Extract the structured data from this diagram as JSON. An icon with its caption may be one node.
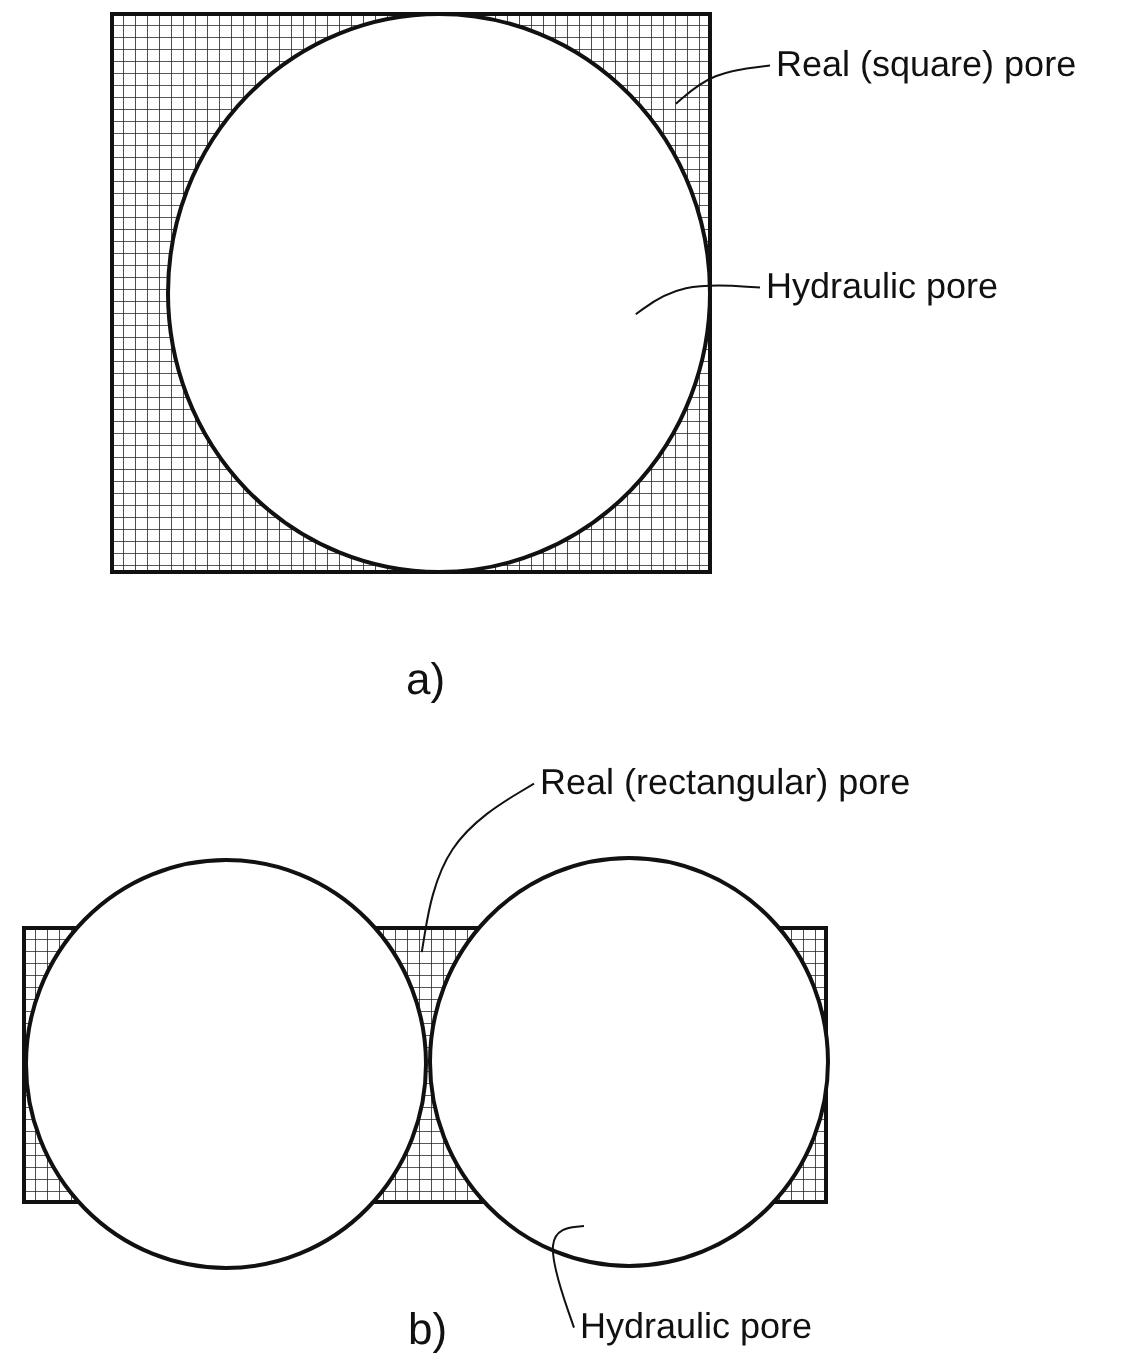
{
  "diagram": {
    "nodes": [
      {
        "text": [
          "Real (square) pore"
        ]
      },
      {
        "text": [
          "Hydraulic pore"
        ]
      },
      {
        "text": [],
        "shape": "box"
      },
      {
        "text": [],
        "shape": "circle"
      },
      {
        "text": [
          "Real (rectangular) pore"
        ]
      },
      {
        "text": [],
        "shape": "box"
      },
      {
        "text": [],
        "shape": "circle"
      },
      {
        "text": [],
        "shape": "circle"
      },
      {
        "text": [
          "Hydraulic pore"
        ]
      }
    ],
    "edges": [
      {
        "from": 0,
        "to": 2,
        "arrow": "none"
      },
      {
        "from": 1,
        "to": 3,
        "arrow": "none"
      },
      {
        "from": 4,
        "to": 5,
        "arrow": "none"
      },
      {
        "from": 8,
        "to": 7,
        "arrow": "none"
      }
    ],
    "labels": [
      "a)",
      "b)"
    ]
  }
}
